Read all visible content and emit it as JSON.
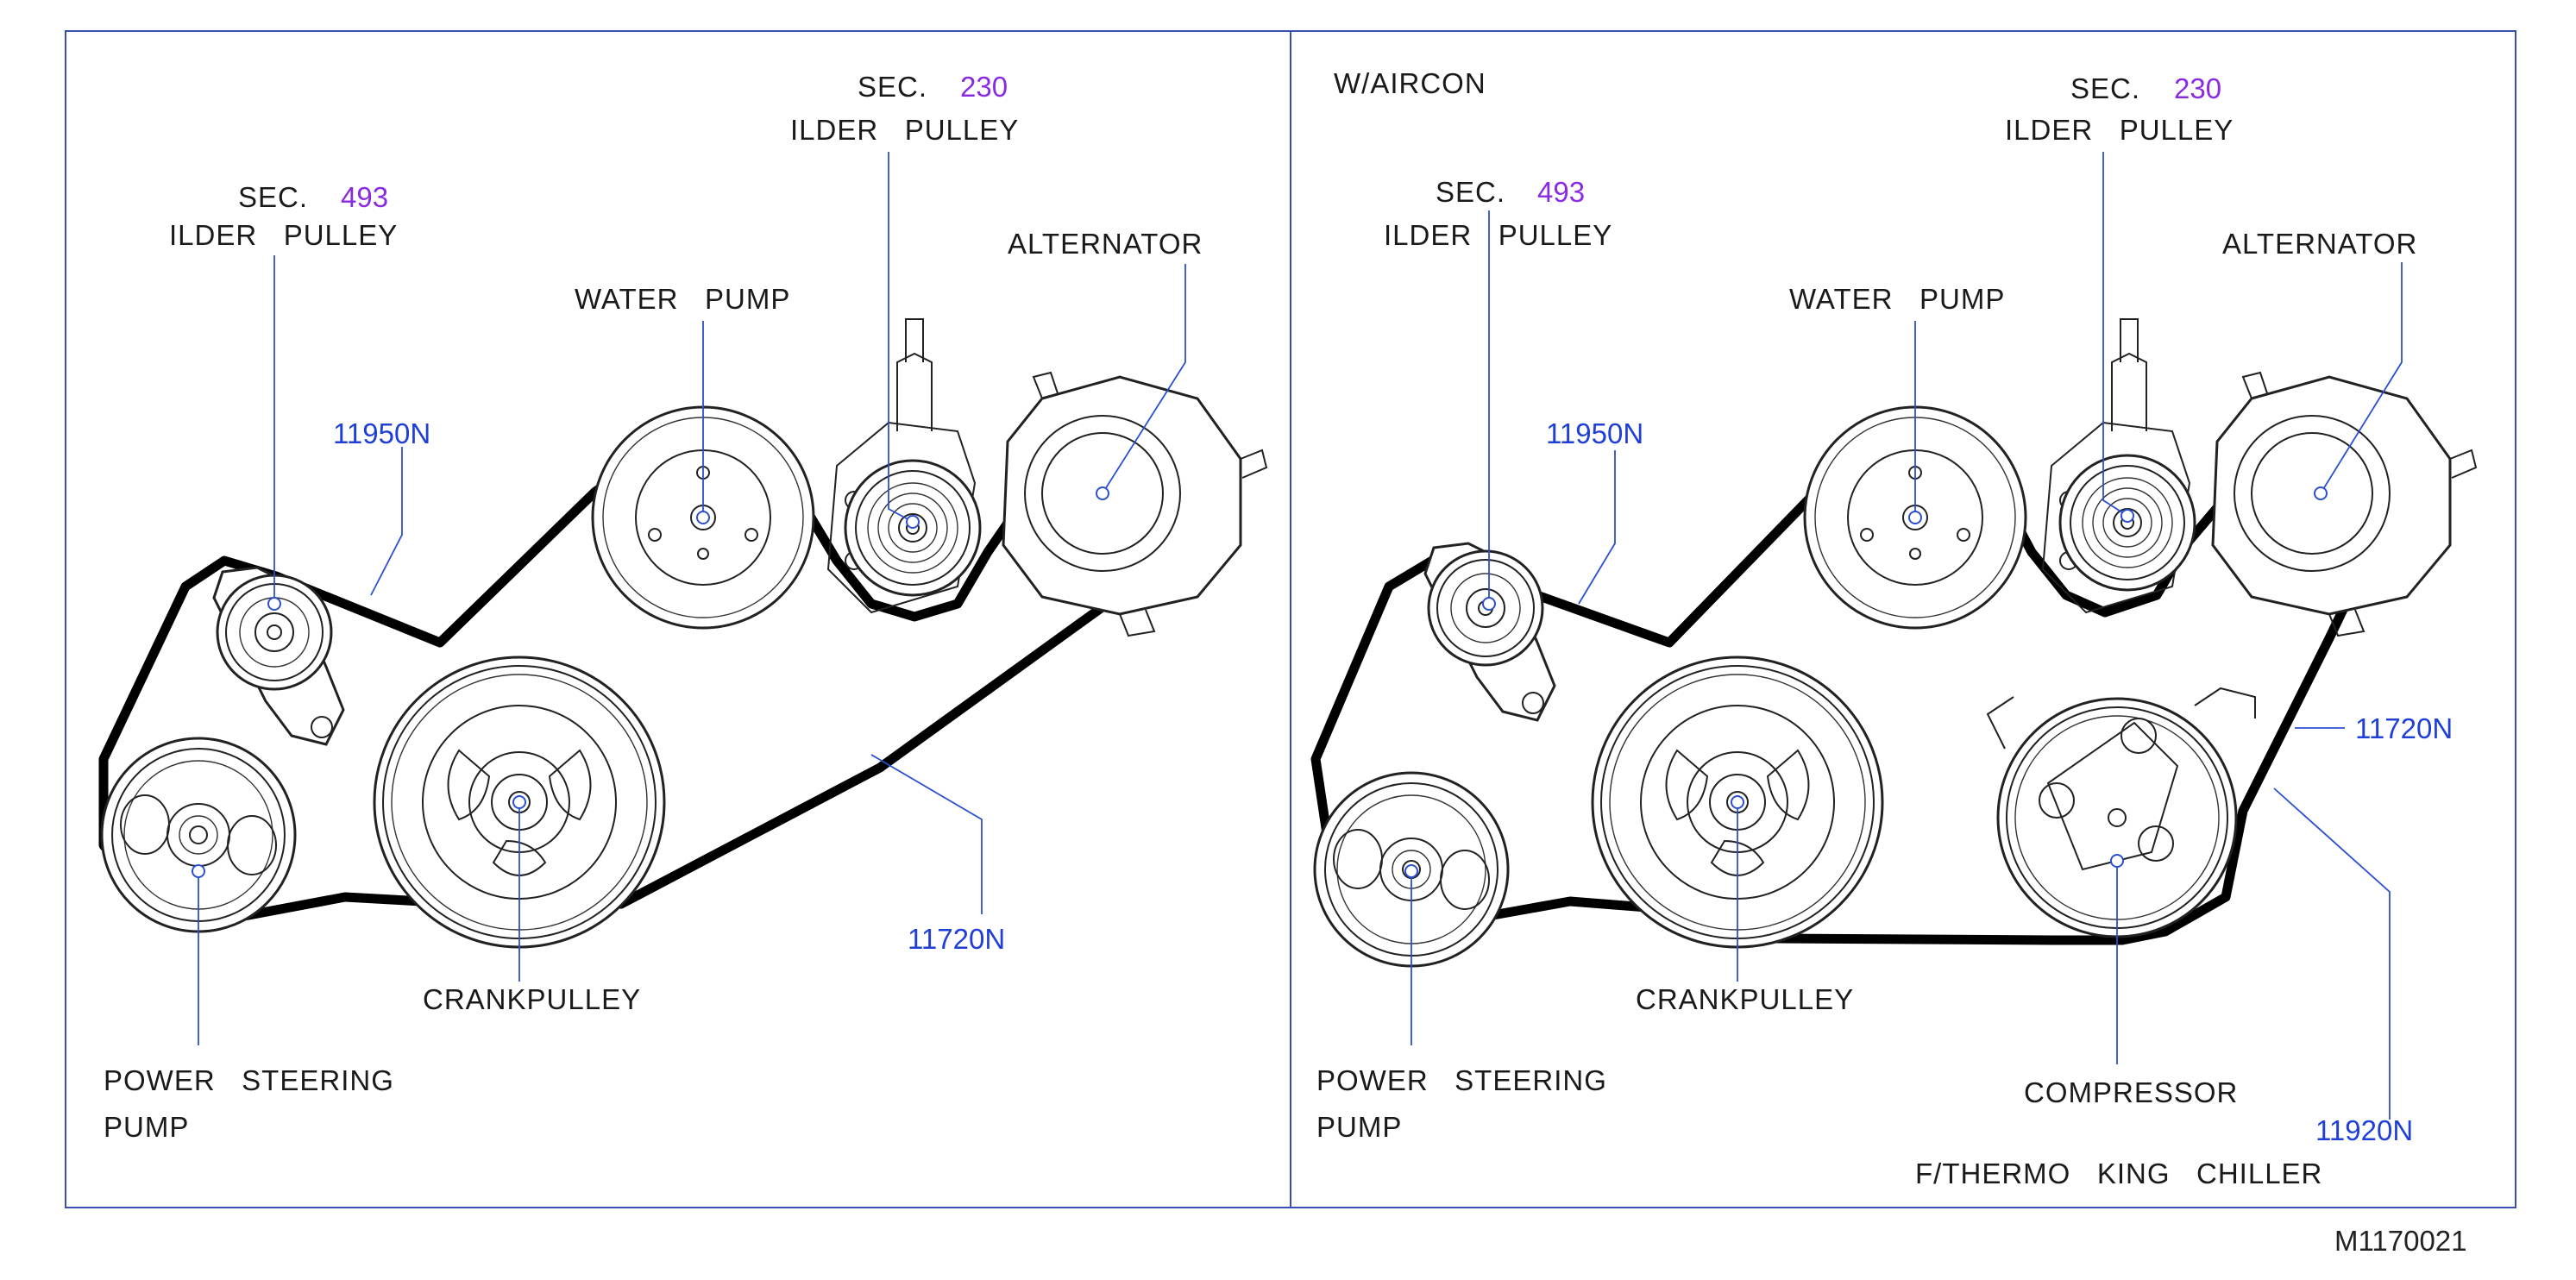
{
  "figure_id": "M1170021",
  "left_panel": {
    "idler_493": {
      "sec": "SEC.",
      "num": "493",
      "name": "ILDER   PULLEY"
    },
    "idler_230": {
      "sec": "SEC.",
      "num": "230",
      "name": "ILDER   PULLEY"
    },
    "water_pump": "WATER   PUMP",
    "alternator": "ALTERNATOR",
    "part_11950n": "11950N",
    "part_11720n": "11720N",
    "crankpulley": "CRANKPULLEY",
    "power_steering_1": "POWER   STEERING",
    "power_steering_2": "PUMP"
  },
  "right_panel": {
    "variant": "W/AIRCON",
    "idler_493": {
      "sec": "SEC.",
      "num": "493",
      "name": "ILDER   PULLEY"
    },
    "idler_230": {
      "sec": "SEC.",
      "num": "230",
      "name": "ILDER   PULLEY"
    },
    "water_pump": "WATER   PUMP",
    "alternator": "ALTERNATOR",
    "part_11950n": "11950N",
    "part_11720n": "11720N",
    "part_11920n": "11920N",
    "crankpulley": "CRANKPULLEY",
    "compressor": "COMPRESSOR",
    "power_steering_1": "POWER   STEERING",
    "power_steering_2": "PUMP",
    "chiller": "F/THERMO   KING   CHILLER"
  },
  "colors": {
    "frame": "#3a4fb0",
    "leader": "#2b4fd0",
    "section_number": "#8a2be2",
    "part_number": "#1f3fd6",
    "belt": "#000000"
  }
}
